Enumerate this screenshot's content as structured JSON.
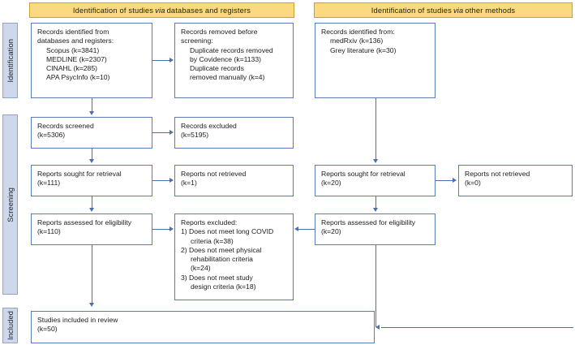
{
  "banners": [
    {
      "id": "databases-registers",
      "prefix": "Identification of studies ",
      "emphasis": "via",
      "suffix": " databases and registers"
    },
    {
      "id": "other-methods",
      "prefix": "Identification of studies ",
      "emphasis": "via",
      "suffix": " other methods"
    }
  ],
  "stages": [
    {
      "id": "identification",
      "label": "Identification"
    },
    {
      "id": "screening",
      "label": "Screening"
    },
    {
      "id": "included",
      "label": "Included"
    }
  ],
  "boxes": {
    "records_identified": {
      "l1": "Records identified from",
      "l2": "databases and registers:",
      "l3": "Scopus (k=3841)",
      "l4": "MEDLINE (k=2307)",
      "l5": "CINAHL (k=285)",
      "l6": "APA PsycInfo (k=10)"
    },
    "records_removed": {
      "l1": "Records removed before",
      "l2": "screening:",
      "l3": "Duplicate records removed",
      "l4": "by Covidence (k=1133)",
      "l5": "Duplicate records",
      "l6": "removed manually (k=4)"
    },
    "records_identified_other": {
      "l1": "Records identified from:",
      "l2": "medRxiv (k=136)",
      "l3": "Grey literature (k=30)"
    },
    "records_screened": {
      "l1": "Records screened",
      "l2": "(k=5306)"
    },
    "records_excluded": {
      "l1": "Records excluded",
      "l2": "(k=5195)"
    },
    "reports_sought_db": {
      "l1": "Reports sought for retrieval",
      "l2": "(k=111)"
    },
    "reports_not_retrieved_db": {
      "l1": "Reports not retrieved",
      "l2": "(k=1)"
    },
    "reports_sought_other": {
      "l1": "Reports sought for retrieval",
      "l2": "(k=20)"
    },
    "reports_not_retrieved_other": {
      "l1": "Reports not retrieved",
      "l2": "(k=0)"
    },
    "reports_assessed_db": {
      "l1": "Reports assessed for eligibility",
      "l2": "(k=110)"
    },
    "reports_assessed_other": {
      "l1": "Reports assessed for eligibility",
      "l2": "(k=20)"
    },
    "reports_excluded": {
      "l1": "Reports excluded:",
      "l2": "1) Does not meet long COVID",
      "l3": "criteria (k=38)",
      "l4": "2) Does not meet physical",
      "l5": "rehabilitation criteria",
      "l6": "(k=24)",
      "l7": "3) Does not meet study",
      "l8": "design criteria (k=18)"
    },
    "studies_included": {
      "l1": "Studies included in review",
      "l2": "(k=50)"
    }
  },
  "colors": {
    "banner_fill": "#fbd980",
    "banner_border": "#c9a227",
    "stage_fill": "#ced8ea",
    "stage_border": "#8fa4c9",
    "box_border": "#5b7cba",
    "connector": "#4a6fb0",
    "text": "#1b1b1b",
    "background": "#ffffff"
  }
}
